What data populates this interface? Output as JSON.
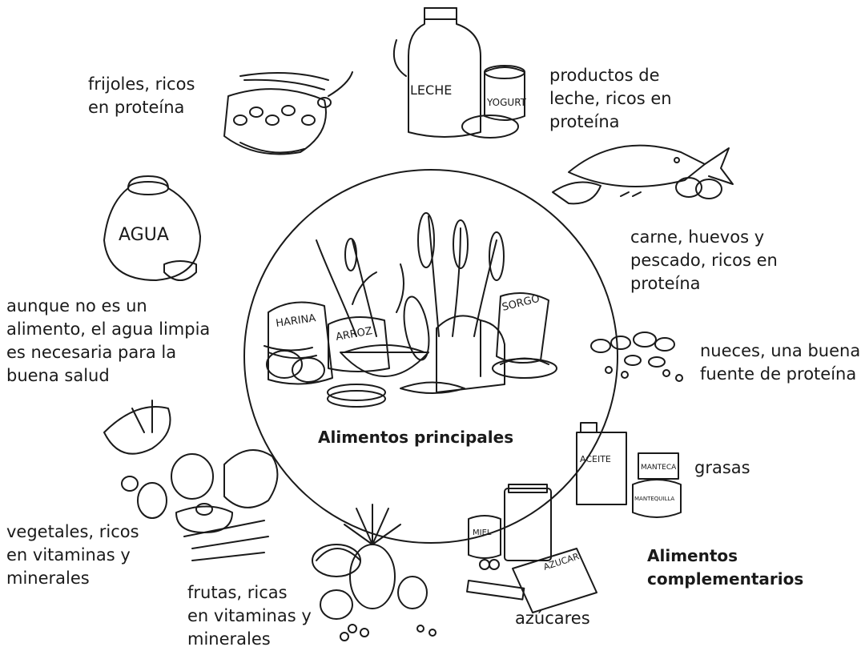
{
  "center": {
    "title": "Alimentos principales",
    "sack_labels": [
      "HARINA",
      "ARROZ",
      "SORGO"
    ]
  },
  "complementary": {
    "title": "Alimentos\ncomplementarios"
  },
  "groups": {
    "beans": "frijoles, ricos\nen proteína",
    "dairy": "productos de\nleche, ricos en\nproteína",
    "meat": "carne, huevos y\npescado, ricos en\nproteína",
    "water": "aunque no es un\nalimento, el agua limpia\nes necesaria para la\nbuena salud",
    "nuts": "nueces, una buena\nfuente de proteína",
    "fats": "grasas",
    "vegetables": "vegetales, ricos\nen vitaminas y\nminerales",
    "fruits": "frutas, ricas\nen vitaminas y\nminerales",
    "sugars": "azúcares"
  },
  "item_labels": {
    "leche": "LECHE",
    "yogurt": "YOGURT",
    "agua": "AGUA",
    "aceite": "ACEITE",
    "manteca": "MANTECA",
    "mantequilla": "MANTEQUILLA",
    "miel": "MIEL",
    "azucar": "AZUCAR"
  }
}
